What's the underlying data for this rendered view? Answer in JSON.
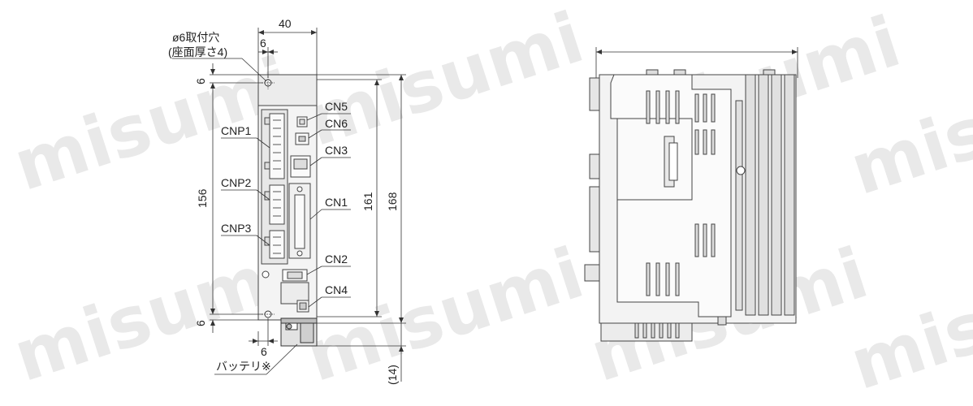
{
  "watermark": "misumi",
  "front_view": {
    "mount_hole_label_1": "ø6取付穴",
    "mount_hole_label_2": "(座面厚さ4)",
    "dim_width": "40",
    "dim_hole_offset_top": "6",
    "dim_top_margin": "6",
    "dim_hole_pitch": "156",
    "dim_bottom_margin": "6",
    "dim_hole_offset_bottom": "6",
    "dim_height_inner": "161",
    "dim_height_total": "168",
    "dim_battery": "(14)",
    "battery_label": "バッテリ※",
    "connectors_left": [
      "CNP1",
      "CNP2",
      "CNP3"
    ],
    "connectors_right": [
      "CN5",
      "CN6",
      "CN3",
      "CN1",
      "CN2",
      "CN4"
    ]
  },
  "colors": {
    "body_fill": "#f2f2f2",
    "panel_fill": "#e4e4e4",
    "line": "#333333"
  }
}
